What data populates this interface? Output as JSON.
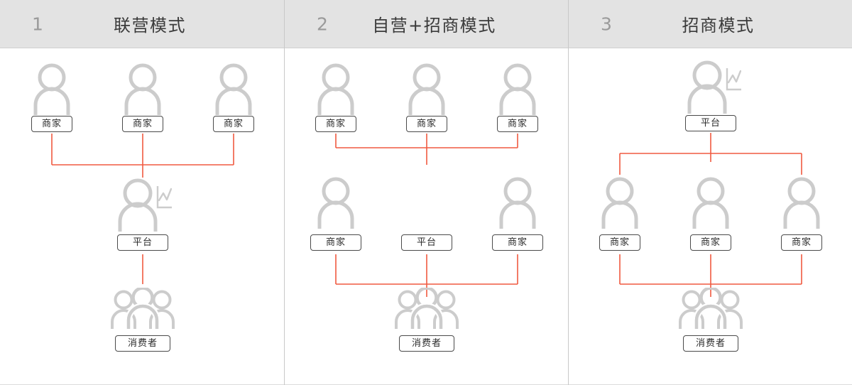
{
  "meta": {
    "colors": {
      "connector": "#f05a40",
      "icon_gray": "#cccccc",
      "header_bg": "#e3e3e3",
      "box_border": "#4a4a4a",
      "panel_divider": "#c8c8c8",
      "number_gray": "#9a9a9a",
      "title_gray": "#3a3a3a"
    }
  },
  "panels": [
    {
      "number": "1",
      "title": "联营模式",
      "icons": {
        "merchant": "person-icon",
        "platform": "person-with-chart-icon",
        "consumer": "people-group-icon"
      },
      "rows": {
        "top": {
          "labels": [
            "商家",
            "商家",
            "商家"
          ]
        },
        "middle": {
          "labels": [
            "平台"
          ]
        },
        "bottom": {
          "labels": [
            "消费者"
          ]
        }
      }
    },
    {
      "number": "2",
      "title": "自营+招商模式",
      "icons": {
        "merchant": "person-icon",
        "platform": "person-with-chart-icon",
        "consumer": "people-group-icon"
      },
      "rows": {
        "top": {
          "labels": [
            "商家",
            "商家",
            "商家"
          ]
        },
        "middle": {
          "labels": [
            "商家",
            "平台",
            "商家"
          ]
        },
        "bottom": {
          "labels": [
            "消费者"
          ]
        }
      }
    },
    {
      "number": "3",
      "title": "招商模式",
      "icons": {
        "merchant": "person-icon",
        "platform": "person-with-chart-icon",
        "consumer": "people-group-icon"
      },
      "rows": {
        "top": {
          "labels": [
            "平台"
          ]
        },
        "middle": {
          "labels": [
            "商家",
            "商家",
            "商家"
          ]
        },
        "bottom": {
          "labels": [
            "消费者"
          ]
        }
      }
    }
  ]
}
